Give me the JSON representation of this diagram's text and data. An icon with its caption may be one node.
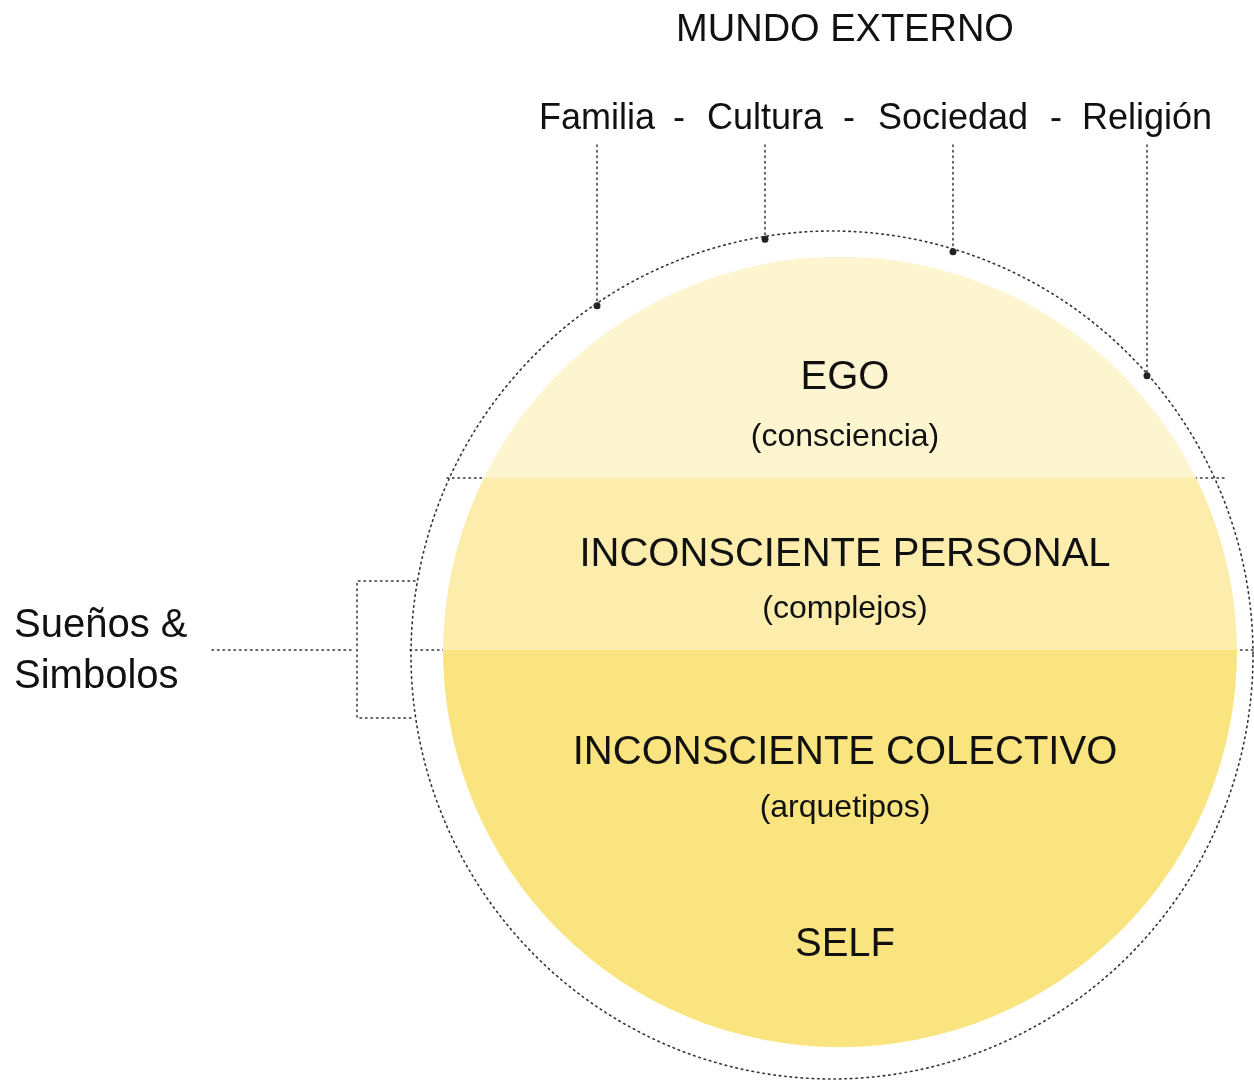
{
  "diagram": {
    "title": "MUNDO EXTERNO",
    "nodes": [
      {
        "text": [],
        "shape": "circle"
      },
      {
        "text": [
          "Familia"
        ]
      },
      {
        "text": [
          "Cultura"
        ]
      },
      {
        "text": [
          "Sociedad"
        ]
      },
      {
        "text": [
          "Religión"
        ]
      },
      {
        "text": [
          "EGO",
          "(consciencia)"
        ],
        "in": 0
      },
      {
        "text": [
          "INCONSCIENTE PERSONAL",
          "(complejos)"
        ],
        "in": 0
      },
      {
        "text": [
          "INCONSCIENTE COLECTIVO",
          "(arquetipos)",
          "SELF"
        ],
        "in": 0
      },
      {
        "text": [
          "Sueños & Simbolos"
        ]
      }
    ],
    "edges": [
      {
        "from": 1,
        "to": 0,
        "arrow": "other"
      },
      {
        "from": 2,
        "to": 0,
        "arrow": "other"
      },
      {
        "from": 3,
        "to": 0,
        "arrow": "other"
      },
      {
        "from": 4,
        "to": 0,
        "arrow": "other"
      },
      {
        "from": 8,
        "to": 6,
        "arrow": "none"
      }
    ],
    "labels": [
      "-",
      "-",
      "-"
    ]
  }
}
